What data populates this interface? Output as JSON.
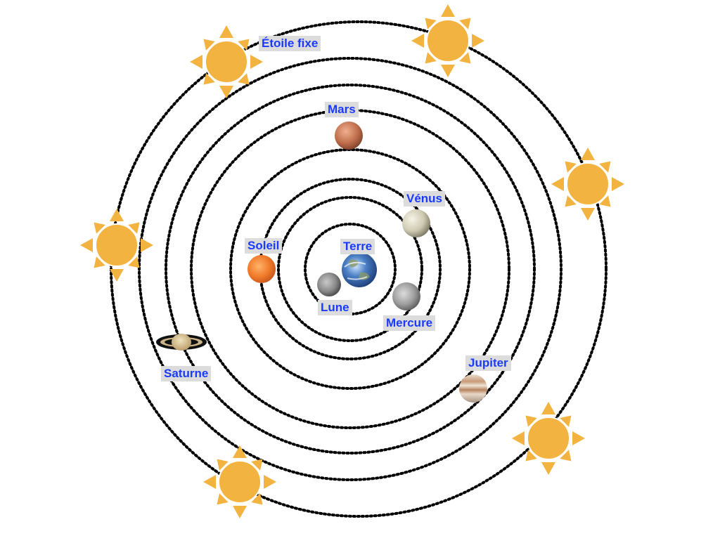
{
  "diagram": {
    "labels": {
      "etoile_fixe": "Étoile fixe",
      "mars": "Mars",
      "venus": "Vénus",
      "soleil": "Soleil",
      "terre": "Terre",
      "lune": "Lune",
      "mercure": "Mercure",
      "jupiter": "Jupiter",
      "saturne": "Saturne"
    },
    "colors": {
      "label_text": "#1a3bff",
      "label_background": "#dcdcdc",
      "orbit": "#000000",
      "star": "#f2b340"
    }
  }
}
